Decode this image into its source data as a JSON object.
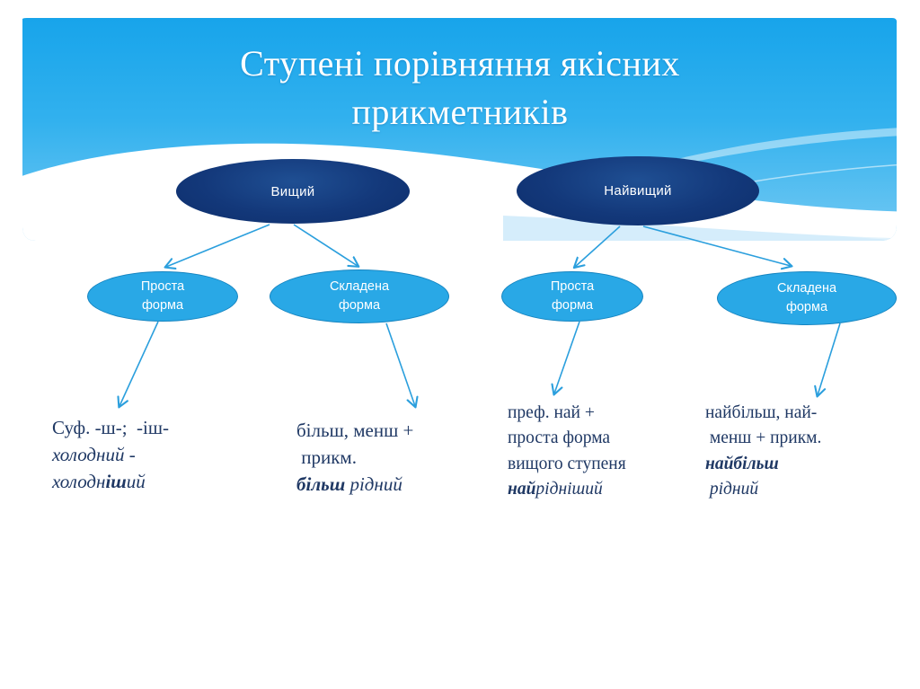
{
  "slide": {
    "title_lines": [
      "Ступені порівняння якісних",
      "прикметників"
    ],
    "background": {
      "banner_top_color": "#1ca0e8",
      "banner_bottom_color": "#7ecdf3",
      "wave_color": "#9fd8f6",
      "page_color": "#ffffff"
    }
  },
  "nodes": {
    "level1": [
      {
        "id": "vyshchyi",
        "label": "Вищий",
        "color": "#13387a"
      },
      {
        "id": "nayvyshchyi",
        "label": "Найвищий",
        "color": "#13387a"
      }
    ],
    "level2": [
      {
        "id": "prosta-1",
        "line1": "Проста",
        "line2": "форма",
        "color": "#29a8e6"
      },
      {
        "id": "skladena-1",
        "line1": "Складена",
        "line2": "форма",
        "color": "#29a8e6"
      },
      {
        "id": "prosta-2",
        "line1": "Проста",
        "line2": "форма",
        "color": "#29a8e6"
      },
      {
        "id": "skladena-2",
        "line1": "Складена",
        "line2": "форма",
        "color": "#29a8e6"
      }
    ]
  },
  "text_blocks": {
    "prosta_1": {
      "line1": "Суф. -ш-;  -іш-",
      "line2": "холодний -",
      "line3_plain": "холодн",
      "line3_bold": "іш",
      "line3_tail": "ий"
    },
    "skladena_1": {
      "line1": "більш, менш +",
      "line2": " прикм.",
      "line3_bold": "більш",
      "line3_italic": " рідний"
    },
    "prosta_2": {
      "line1": "преф. най +",
      "line2": "проста форма",
      "line3": "вищого ступеня",
      "line4_bold": "най",
      "line4_italic": "рідніший"
    },
    "skladena_2": {
      "line1": "найбільш, най-",
      "line2": " менш + прикм.",
      "line3_bold": "найбільш",
      "line4_italic": " рідний"
    }
  },
  "colors": {
    "text_navy": "#1f3864",
    "arrow": "#2b9fdd",
    "node_dark": "#13387a",
    "node_light": "#29a8e6"
  }
}
